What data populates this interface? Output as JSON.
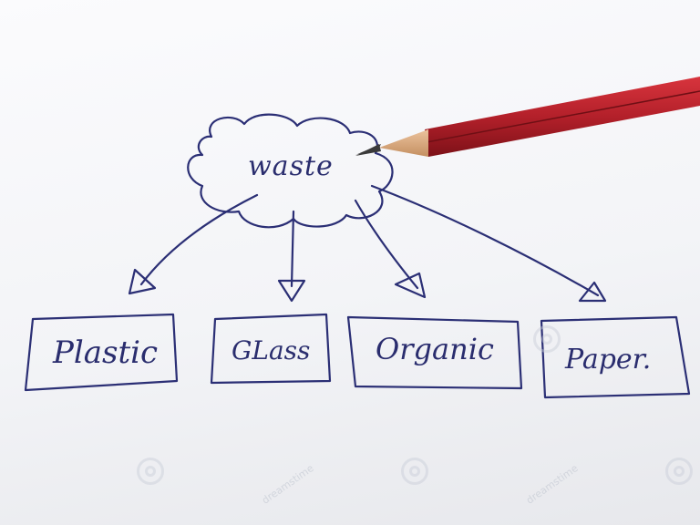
{
  "diagram": {
    "root": "waste",
    "categories": [
      "Plastic",
      "GLass",
      "Organic",
      "Paper."
    ]
  },
  "watermark": {
    "text": "dreamstime"
  },
  "colors": {
    "ink": "#2b2f75",
    "pencil_body": "#b3202a",
    "pencil_wood": "#d9a77c",
    "paper": "#f5f6f8"
  }
}
